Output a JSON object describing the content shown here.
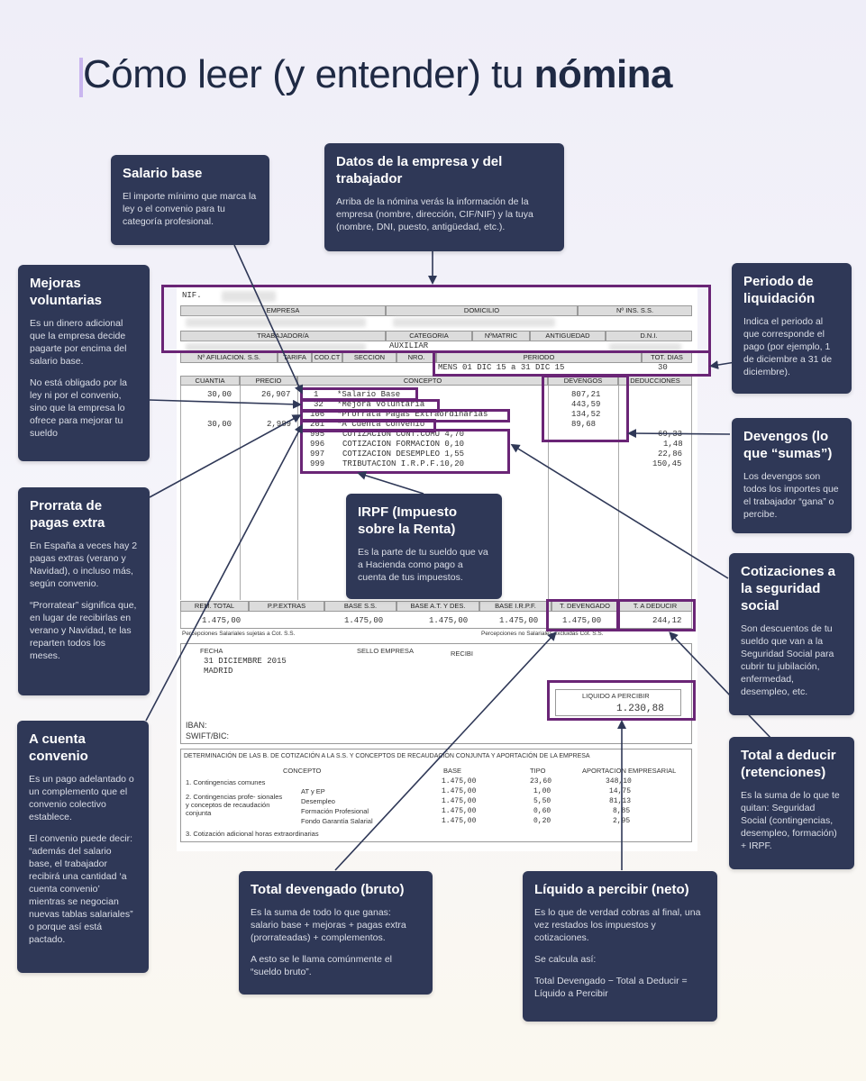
{
  "title": {
    "pre": "Cómo leer (y entender) tu ",
    "bold": "nómina"
  },
  "cards": {
    "salario_base": {
      "title": "Salario base",
      "body": [
        "El importe mínimo que marca la ley o el convenio para tu categoría profesional."
      ]
    },
    "datos_empresa": {
      "title": "Datos de la empresa y del trabajador",
      "body": [
        "Arriba de la nómina verás la información de la empresa (nombre, dirección, CIF/NIF) y la tuya (nombre, DNI, puesto, antigüedad, etc.)."
      ]
    },
    "mejoras": {
      "title": "Mejoras voluntarias",
      "body": [
        "Es un dinero adicional que la empresa decide pagarte por encima del salario base.",
        "No está obligado por la ley ni por el convenio, sino que la empresa lo ofrece para mejorar tu sueldo"
      ]
    },
    "periodo": {
      "title": "Periodo de liquidación",
      "body": [
        "Indica el periodo al que corresponde el pago (por ejemplo, 1 de diciembre a 31 de diciembre)."
      ]
    },
    "devengos": {
      "title": "Devengos (lo que “sumas”)",
      "body": [
        "Los devengos son todos los importes que el trabajador “gana” o percibe."
      ]
    },
    "prorrata": {
      "title": "Prorrata de pagas extra",
      "body": [
        "En España a veces hay 2 pagas extras (verano y Navidad), o incluso más, según convenio.",
        "“Prorratear” significa que, en lugar de recibirlas en verano y Navidad, te las reparten todos los meses."
      ]
    },
    "irpf": {
      "title": "IRPF (Impuesto sobre la Renta)",
      "body": [
        "Es la parte de tu sueldo que va a Hacienda como pago a cuenta de tus impuestos."
      ]
    },
    "cotizaciones": {
      "title": "Cotizaciones a la seguridad social",
      "body": [
        "Son descuentos de tu sueldo que van a la Seguridad Social para cubrir tu jubilación, enfermedad, desempleo, etc."
      ]
    },
    "cuenta_convenio": {
      "title": "A cuenta convenio",
      "body": [
        "Es un pago adelantado o un complemento que el convenio colectivo establece.",
        "El convenio puede decir: “además del salario base, el trabajador recibirá una cantidad ‘a cuenta convenio’ mientras se negocian nuevas tablas salariales” o porque así está pactado."
      ]
    },
    "total_deducir": {
      "title": "Total a deducir (retenciones)",
      "body": [
        "Es la suma de lo que te quitan: Seguridad Social (contingencias, desempleo, formación) + IRPF."
      ]
    },
    "total_devengado": {
      "title": "Total devengado (bruto)",
      "body": [
        "Es la suma de todo lo que ganas: salario base + mejoras + pagas extra (prorrateadas) + complementos.",
        "A esto se le llama comúnmente el “sueldo bruto”."
      ]
    },
    "liquido": {
      "title": "Líquido a percibir (neto)",
      "body": [
        "Es lo que de verdad cobras al final, una vez restados los impuestos y cotizaciones.",
        "Se calcula así:",
        "Total Devengado − Total a Deducir = Líquido a Percibir"
      ]
    }
  },
  "payslip": {
    "nif": "NIF.",
    "h_empresa": "EMPRESA",
    "h_domicilio": "DOMICILIO",
    "h_ins": "Nº INS. S.S.",
    "h_trabajador": "TRABAJADOR/A",
    "h_categoria": "CATEGORIA",
    "h_matric": "NºMATRIC",
    "h_antig": "ANTIGUEDAD",
    "h_dni": "D.N.I.",
    "categoria": "AUXILIAR",
    "h_afil": "Nº AFILIACION. S.S.",
    "h_tarifa": "TARIFA",
    "h_codct": "COD.CT",
    "h_seccion": "SECCION",
    "h_nro": "NRO.",
    "h_periodo": "PERIODO",
    "h_totdias": "TOT. DIAS",
    "periodo": "MENS 01 DIC 15 a 31 DIC 15",
    "totdias": "30",
    "h_cuantia": "CUANTIA",
    "h_precio": "PRECIO",
    "h_concepto": "CONCEPTO",
    "h_devengos": "DEVENGOS",
    "h_deducciones": "DEDUCCIONES",
    "rows": [
      {
        "cuantia": "30,00",
        "precio": "26,907",
        "code": "1",
        "concepto": "*Salario Base",
        "devengo": "807,21",
        "deduccion": ""
      },
      {
        "cuantia": "",
        "precio": "",
        "code": "32",
        "concepto": "*Mejora Voluntaria",
        "devengo": "443,59",
        "deduccion": ""
      },
      {
        "cuantia": "",
        "precio": "",
        "code": "106",
        "concepto": "*Prorrata Pagas Extraordinarias",
        "devengo": "134,52",
        "deduccion": ""
      },
      {
        "cuantia": "30,00",
        "precio": "2,989",
        "code": "201",
        "concepto": "*A Cuenta Convenio",
        "devengo": "89,68",
        "deduccion": ""
      },
      {
        "cuantia": "",
        "precio": "",
        "code": "995",
        "concepto": "COTIZACION CONT.COMU 4,70",
        "devengo": "",
        "deduccion": "69,33"
      },
      {
        "cuantia": "",
        "precio": "",
        "code": "996",
        "concepto": "COTIZACION FORMACION 0,10",
        "devengo": "",
        "deduccion": "1,48"
      },
      {
        "cuantia": "",
        "precio": "",
        "code": "997",
        "concepto": "COTIZACION DESEMPLEO 1,55",
        "devengo": "",
        "deduccion": "22,86"
      },
      {
        "cuantia": "",
        "precio": "",
        "code": "999",
        "concepto": "TRIBUTACION I.R.P.F.10,20",
        "devengo": "",
        "deduccion": "150,45"
      }
    ],
    "totals_headers": [
      "REM. TOTAL",
      "P.P.EXTRAS",
      "BASE S.S.",
      "BASE A.T. Y DES.",
      "BASE I.R.P.F.",
      "T. DEVENGADO",
      "T. A DEDUCIR"
    ],
    "totals_values": [
      "1.475,00",
      "",
      "1.475,00",
      "1.475,00",
      "1.475,00",
      "1.475,00",
      "244,12"
    ],
    "perc_sujetas": "Percepciones Salariales sujetas a Cot. S.S.",
    "perc_no": "Percepciones no Salariales excluidas Cot. S.S.",
    "h_fecha": "FECHA",
    "h_sello": "SELLO EMPRESA",
    "h_recibi": "RECIBI",
    "fecha": "31 DICIEMBRE 2015",
    "lugar": "MADRID",
    "h_liquido": "LIQUIDO A PERCIBIR",
    "liquido": "1.230,88",
    "iban": "IBAN:",
    "swift": "SWIFT/BIC:",
    "det_title": "DETERMINACIÓN DE LAS B. DE COTIZACIÓN A LA S.S. Y CONCEPTOS DE RECAUDACIÓN CONJUNTA Y APORTACIÓN DE LA EMPRESA",
    "det_h_concepto": "CONCEPTO",
    "det_h_base": "BASE",
    "det_h_tipo": "TIPO",
    "det_h_aport": "APORTACION EMPRESARIAL",
    "det_c1": "1. Contingencias comunes",
    "det_c2": "2. Contingencias profe- sionales y conceptos de recaudación conjunta",
    "det_c3": "3. Cotización adicional horas extraordinarias",
    "det_rows": [
      {
        "label": "",
        "base": "1.475,00",
        "tipo": "23,60",
        "aport": "348,10"
      },
      {
        "label": "AT y EP",
        "base": "1.475,00",
        "tipo": "1,00",
        "aport": "14,75"
      },
      {
        "label": "Desempleo",
        "base": "1.475,00",
        "tipo": "5,50",
        "aport": "81,13"
      },
      {
        "label": "Formación Profesional",
        "base": "1.475,00",
        "tipo": "0,60",
        "aport": "8,85"
      },
      {
        "label": "Fondo Garantía Salarial",
        "base": "1.475,00",
        "tipo": "0,20",
        "aport": "2,95"
      }
    ]
  }
}
